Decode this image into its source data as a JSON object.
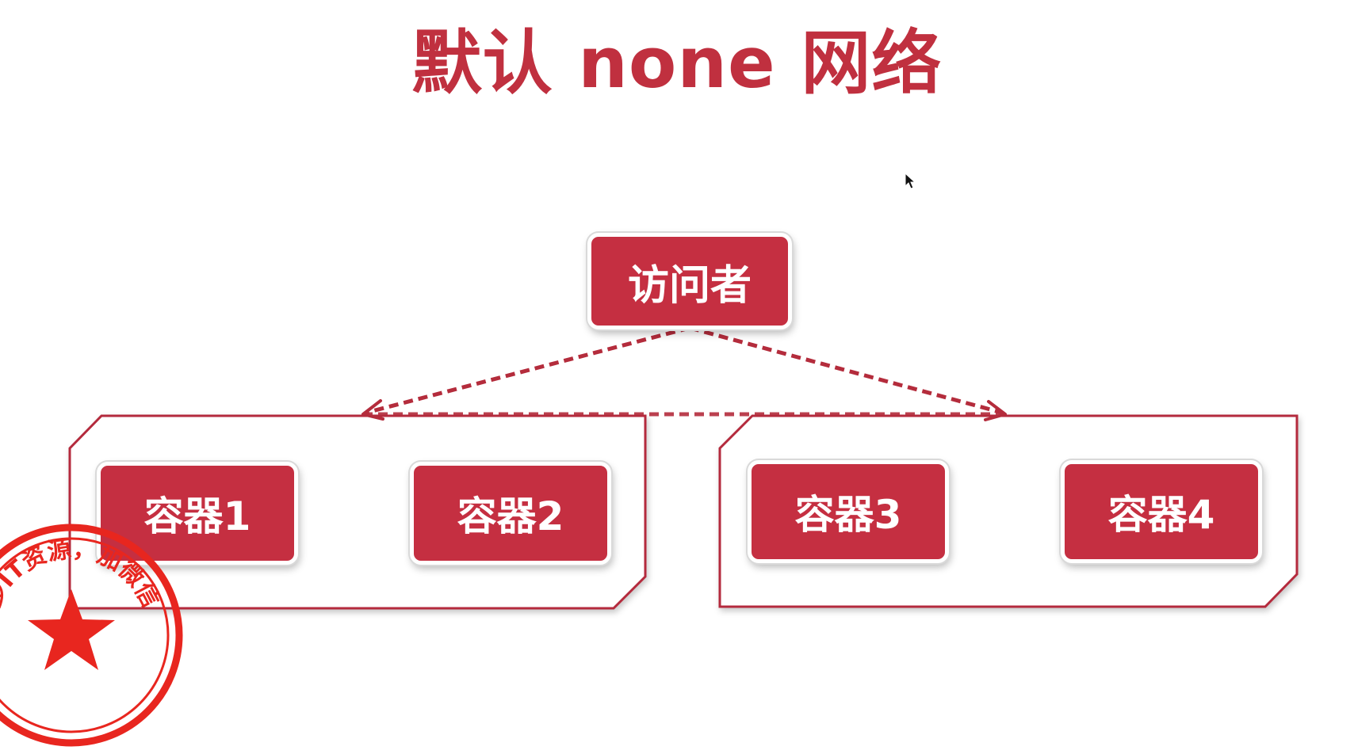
{
  "title": "默认 none 网络",
  "diagram": {
    "visitor": "访问者",
    "containers": [
      "容器1",
      "容器2",
      "容器3",
      "容器4"
    ]
  },
  "watermark": {
    "text": "多IT资源，加微信",
    "color": "#e8261f"
  },
  "colors": {
    "accent": "#c52f41",
    "title": "#c0303f",
    "line": "#b42c3c"
  },
  "icons": [
    "mouse-pointer-icon",
    "star-icon"
  ]
}
